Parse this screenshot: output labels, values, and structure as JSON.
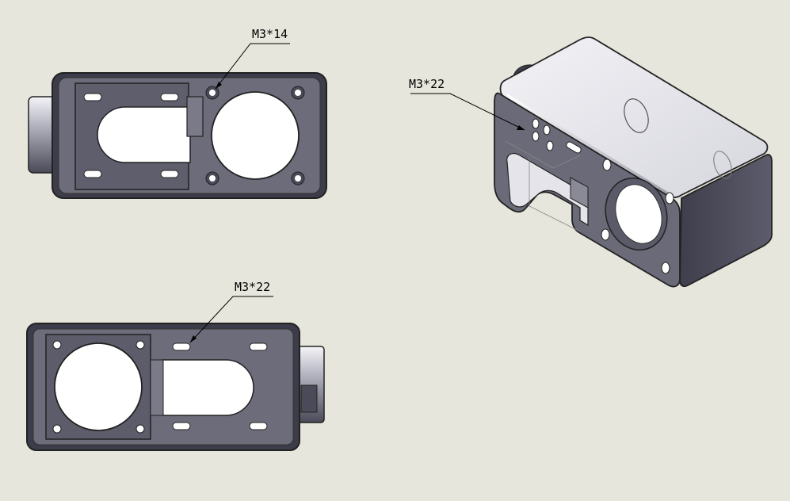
{
  "colors": {
    "background": "#e6e6dc",
    "part_dark": "#4a4a58",
    "part_face": "#6a6a78",
    "part_light": "#e8e8ee",
    "hole": "#ffffff",
    "line": "#000000"
  },
  "callouts": {
    "top_view": "M3*14",
    "iso_view": "M3*22",
    "bottom_view": "M3*22"
  }
}
